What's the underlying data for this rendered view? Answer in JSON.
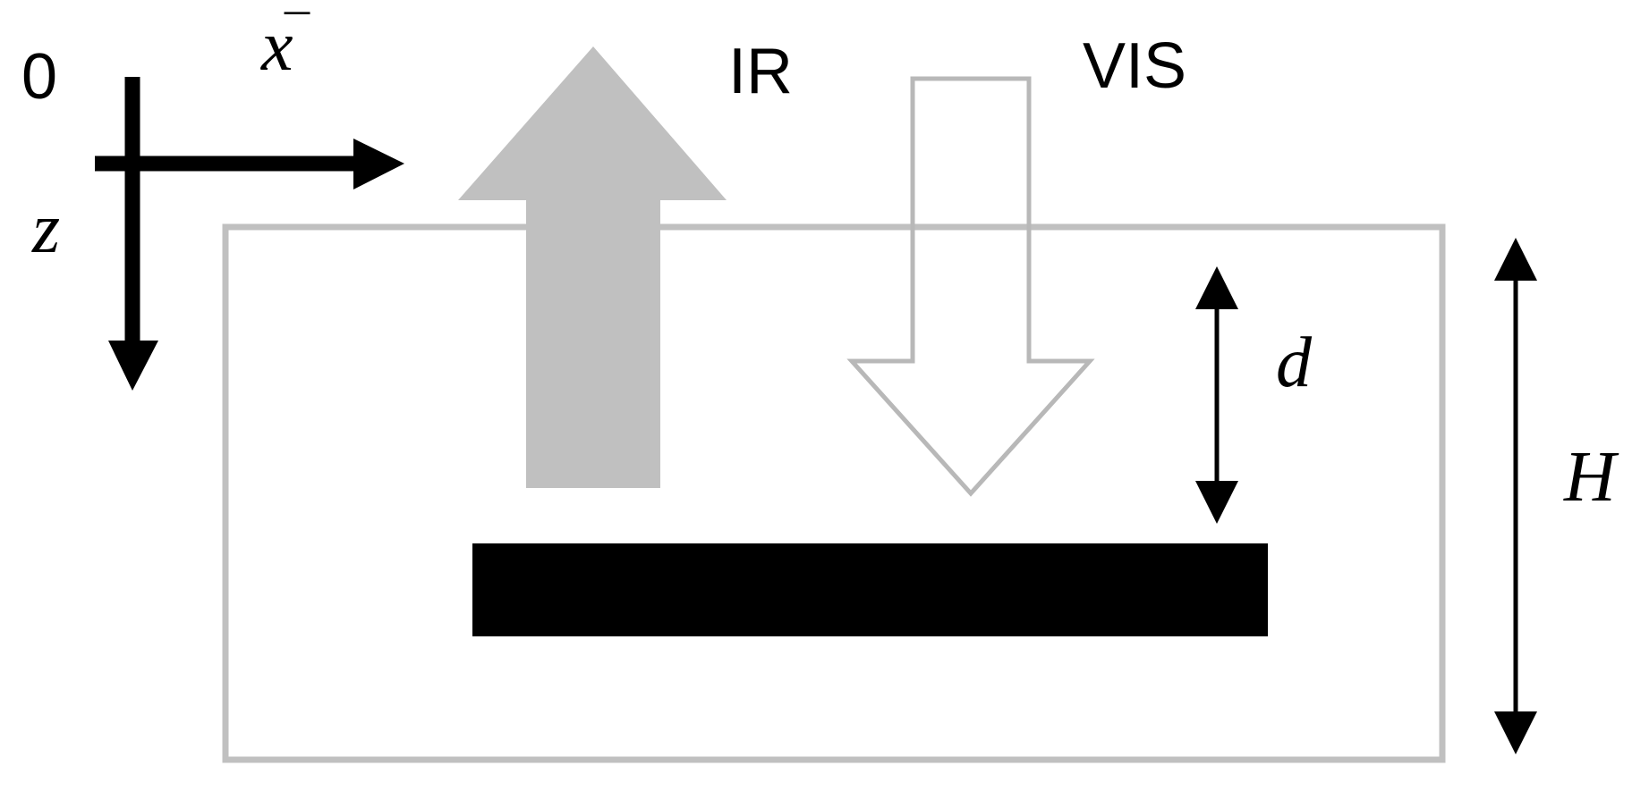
{
  "labels": {
    "origin": "0",
    "x_axis": "x",
    "x_axis_accent": "¯",
    "z_axis": "z",
    "ir": "IR",
    "vis": "VIS",
    "depth": "d",
    "height": "H"
  },
  "colors": {
    "ink": "#000000",
    "box_outline": "#c0c0c0",
    "ir_arrow_fill": "#c0c0c0",
    "vis_arrow_outline": "#b8b8b8",
    "background": "#ffffff"
  },
  "icons": {
    "ir": "up-arrow-filled",
    "vis": "down-arrow-outline"
  }
}
